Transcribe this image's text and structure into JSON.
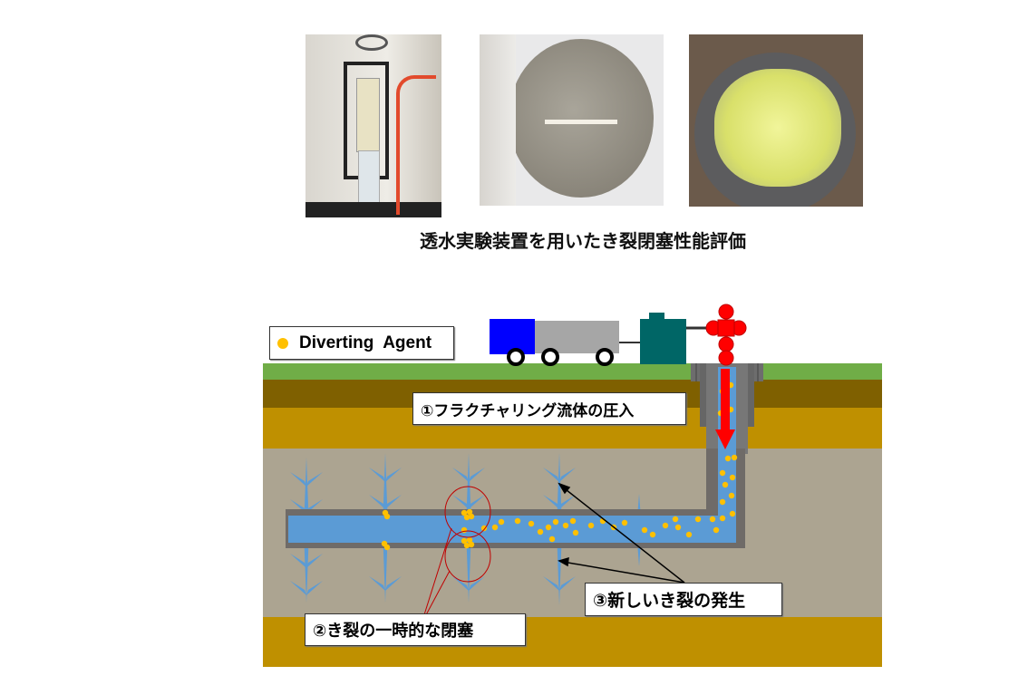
{
  "photos": [
    {
      "name": "permeability-test-apparatus"
    },
    {
      "name": "slotted-disc-specimen"
    },
    {
      "name": "diverting-agent-granules"
    }
  ],
  "caption": "透水実験装置を用いたき裂閉塞性能評価",
  "diagram": {
    "legend_label": "Diverting  Agent",
    "step1": "①フラクチャリング流体の圧入",
    "step2": "②き裂の一時的な閉塞",
    "step3": "③新しいき裂の発生"
  },
  "colors": {
    "agent": "#ffc000",
    "fluid": "#5b9bd5",
    "rock": "#aca491",
    "ochre": "#bf9000",
    "dark_soil": "#7f6000",
    "grass": "#70ad47",
    "arrow": "#ff0000"
  }
}
